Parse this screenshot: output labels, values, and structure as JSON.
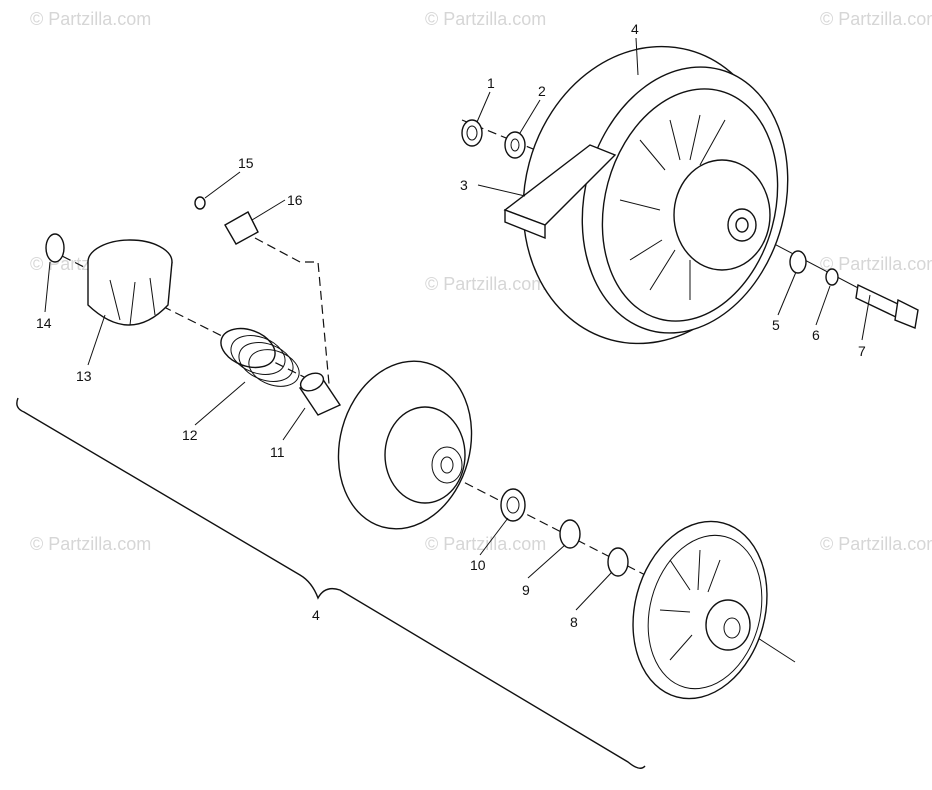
{
  "watermark": "© Partzilla.com",
  "callouts": [
    {
      "id": "c1",
      "label": "1"
    },
    {
      "id": "c2",
      "label": "2"
    },
    {
      "id": "c3",
      "label": "3"
    },
    {
      "id": "c4top",
      "label": "4"
    },
    {
      "id": "c5",
      "label": "5"
    },
    {
      "id": "c6",
      "label": "6"
    },
    {
      "id": "c7",
      "label": "7"
    },
    {
      "id": "c8",
      "label": "8"
    },
    {
      "id": "c9",
      "label": "9"
    },
    {
      "id": "c10",
      "label": "10"
    },
    {
      "id": "c11",
      "label": "11"
    },
    {
      "id": "c12",
      "label": "12"
    },
    {
      "id": "c13",
      "label": "13"
    },
    {
      "id": "c14",
      "label": "14"
    },
    {
      "id": "c15",
      "label": "15"
    },
    {
      "id": "c16",
      "label": "16"
    },
    {
      "id": "c4bottom",
      "label": "4"
    }
  ]
}
